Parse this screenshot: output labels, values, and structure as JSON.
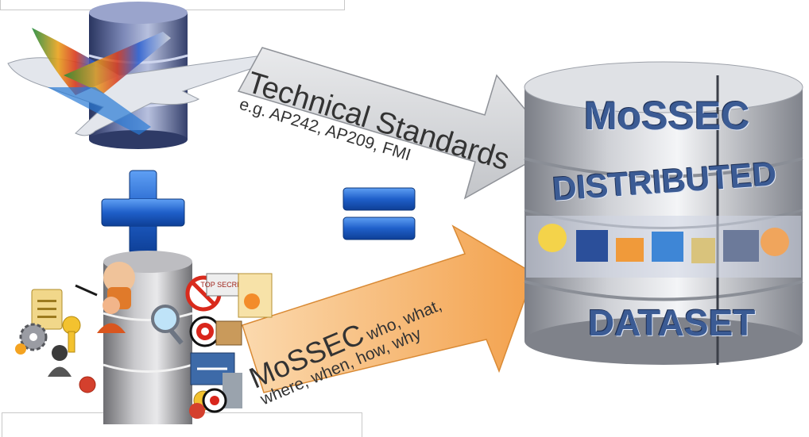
{
  "gray_arrow": {
    "title": "Technical Standards",
    "subtitle": "e.g. AP242, AP209, FMI"
  },
  "orange_arrow": {
    "title": "MoSSEC",
    "title_suffix": "who, what,",
    "subtitle": "where, when, how, why"
  },
  "result_database": {
    "label_top": "MoSSEC",
    "label_middle": "DISTRIBUTED",
    "label_bottom": "DATASET"
  },
  "operators": {
    "plus": "+",
    "equals": "="
  },
  "colors": {
    "operator_blue": "#1f5fc9",
    "arrow_gray": "#d6d7da",
    "arrow_orange": "#f6b56a",
    "db_label": "#3b5b94"
  },
  "icons": [
    "airplane-icon",
    "database-icon",
    "people-icon",
    "key-icon",
    "gear-icon",
    "target-icon",
    "thumbs-up-icon",
    "magnifier-icon",
    "no-sign-icon",
    "certificate-icon",
    "building-icon",
    "dart-icon"
  ]
}
